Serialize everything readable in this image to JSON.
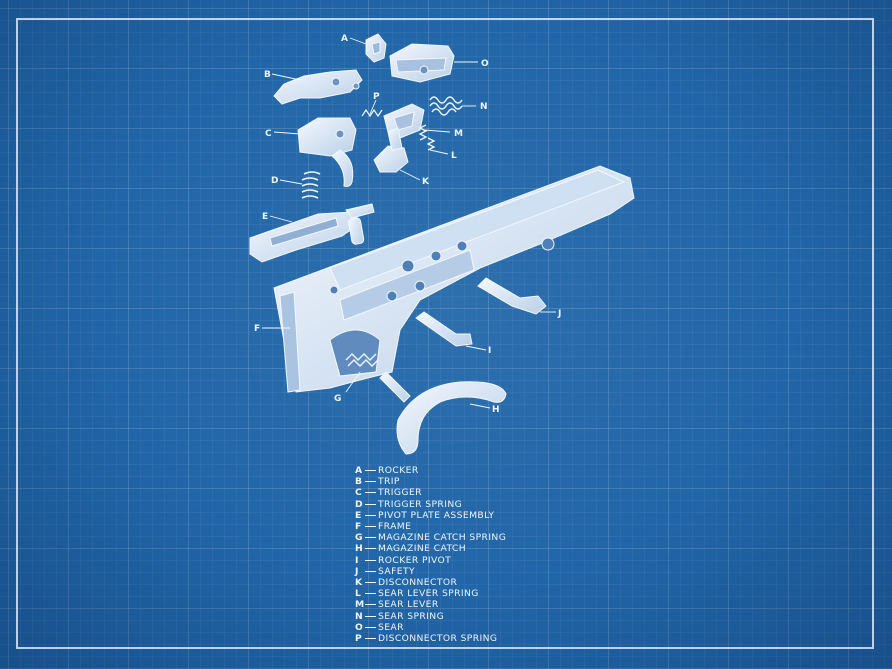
{
  "parts": [
    {
      "letter": "A",
      "name": "ROCKER"
    },
    {
      "letter": "B",
      "name": "TRIP"
    },
    {
      "letter": "C",
      "name": "TRIGGER"
    },
    {
      "letter": "D",
      "name": "TRIGGER SPRING"
    },
    {
      "letter": "E",
      "name": "PIVOT PLATE ASSEMBLY"
    },
    {
      "letter": "F",
      "name": "FRAME"
    },
    {
      "letter": "G",
      "name": "MAGAZINE CATCH SPRING"
    },
    {
      "letter": "H",
      "name": "MAGAZINE CATCH"
    },
    {
      "letter": "I",
      "name": "ROCKER PIVOT"
    },
    {
      "letter": "J",
      "name": "SAFETY"
    },
    {
      "letter": "K",
      "name": "DISCONNECTOR"
    },
    {
      "letter": "L",
      "name": "SEAR LEVER SPRING"
    },
    {
      "letter": "M",
      "name": "SEAR LEVER"
    },
    {
      "letter": "N",
      "name": "SEAR SPRING"
    },
    {
      "letter": "O",
      "name": "SEAR"
    },
    {
      "letter": "P",
      "name": "DISCONNECTOR SPRING"
    }
  ],
  "colors": {
    "paper": "#2166a8",
    "ink": "#eef5ff",
    "part_fill": "#dbe8f6"
  }
}
